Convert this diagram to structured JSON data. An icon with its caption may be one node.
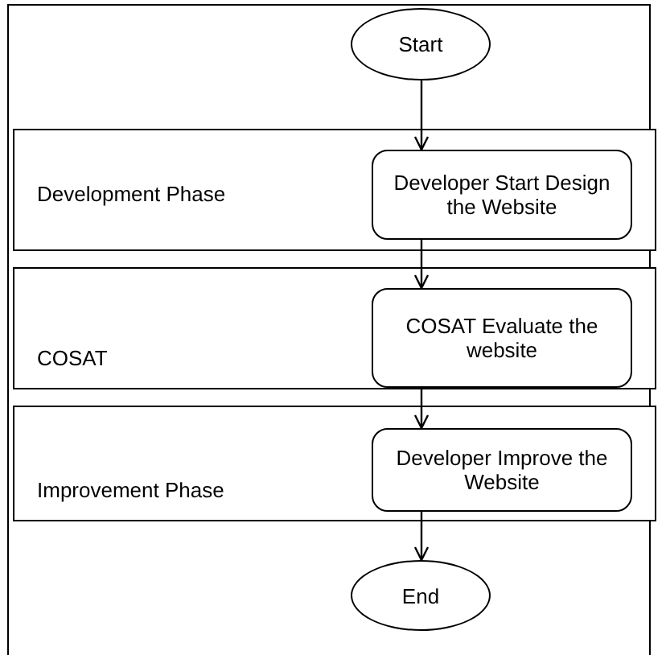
{
  "diagram": {
    "nodes": [
      {
        "text": [
          "Start"
        ]
      },
      {
        "text": [
          "Development Phase"
        ]
      },
      {
        "text": [
          "Developer Start Design the Website"
        ],
        "in": 1
      },
      {
        "text": [
          "COSAT"
        ]
      },
      {
        "text": [
          "COSAT Evaluate the website"
        ],
        "in": 3
      },
      {
        "text": [
          "Improvement Phase"
        ]
      },
      {
        "text": [
          "Developer Improve the Website"
        ],
        "in": 5
      },
      {
        "text": [
          "End"
        ]
      }
    ],
    "edges": [
      {
        "from": 0,
        "to": 2,
        "arrow": "to"
      },
      {
        "from": 2,
        "to": 4,
        "arrow": "to"
      },
      {
        "from": 4,
        "to": 6,
        "arrow": "to"
      },
      {
        "from": 6,
        "to": 7,
        "arrow": "to"
      }
    ]
  }
}
